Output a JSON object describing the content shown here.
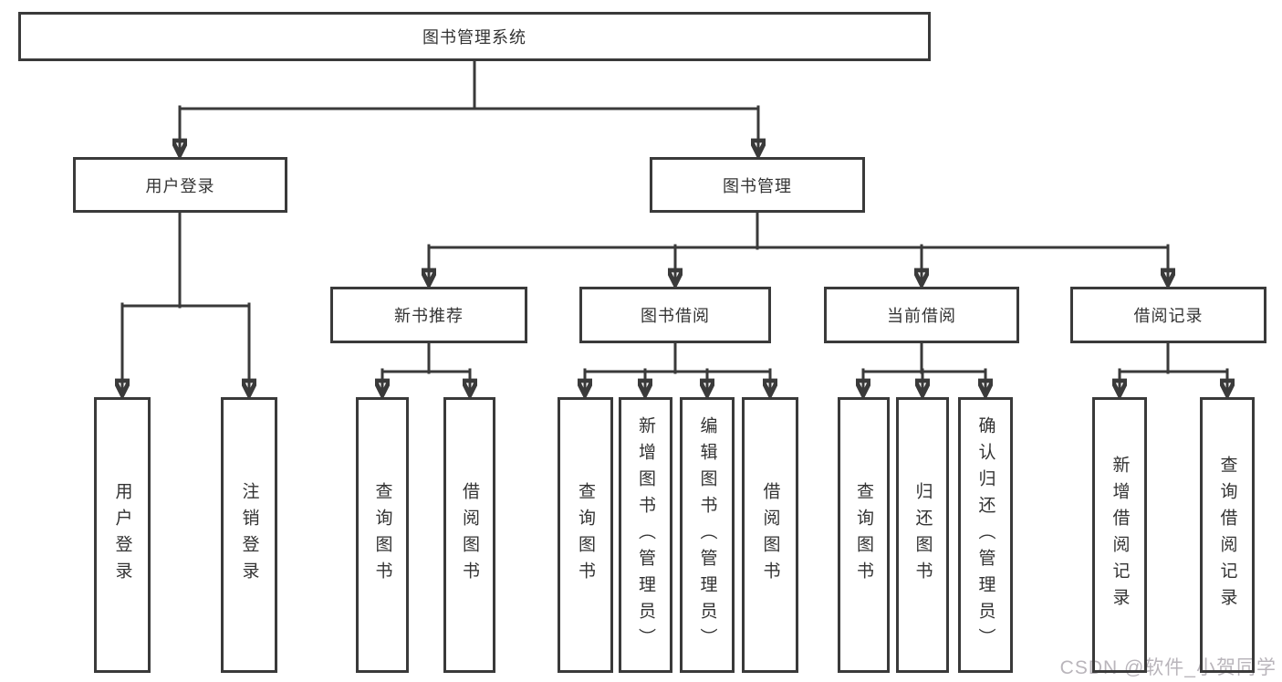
{
  "diagram": {
    "title": "图书管理系统",
    "level2": {
      "user_login": "用户登录",
      "book_management": "图书管理"
    },
    "level3": {
      "new_book_recommend": "新书推荐",
      "book_borrowing": "图书借阅",
      "current_borrowing": "当前借阅",
      "borrowing_records": "借阅记录"
    },
    "leaves": {
      "user_login": [
        "用户登录",
        "注销登录"
      ],
      "new_book_recommend": [
        "查询图书",
        "借阅图书"
      ],
      "book_borrowing": [
        "查询图书",
        "新增图书（管理员）",
        "编辑图书（管理员）",
        "借阅图书"
      ],
      "current_borrowing": [
        "查询图书",
        "归还图书",
        "确认归还（管理员）"
      ],
      "borrowing_records": [
        "新增借阅记录",
        "查询借阅记录"
      ]
    }
  },
  "watermark": {
    "text": "CSDN @软件_小贺同学"
  },
  "colors": {
    "line": "#3a3a3a",
    "text": "#333333",
    "watermark": "#b9b5bb",
    "background": "#ffffff"
  }
}
